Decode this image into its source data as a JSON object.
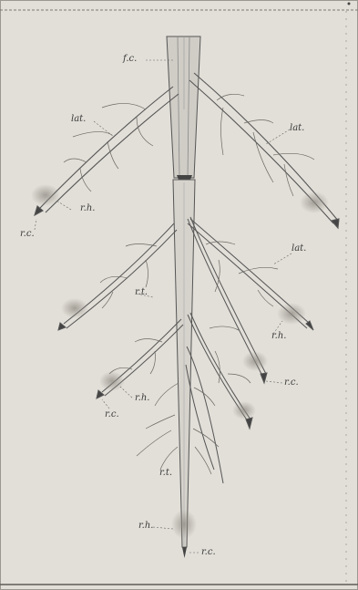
{
  "labels": {
    "fc": "f.c.",
    "lat_upper_left": "lat.",
    "lat_upper_right": "lat.",
    "lat_middle_right": "lat.",
    "rh_upper_left": "r.h.",
    "rc_upper_left": "r.c.",
    "rt_middle": "r.t.",
    "rh_middle_right": "r.h.",
    "rc_middle_right": "r.c.",
    "rh_lower_left": "r.h.",
    "rc_lower_left": "r.c.",
    "rt_lower": "r.t.",
    "rh_tip": "r.h.",
    "rc_tip": "r.c."
  }
}
